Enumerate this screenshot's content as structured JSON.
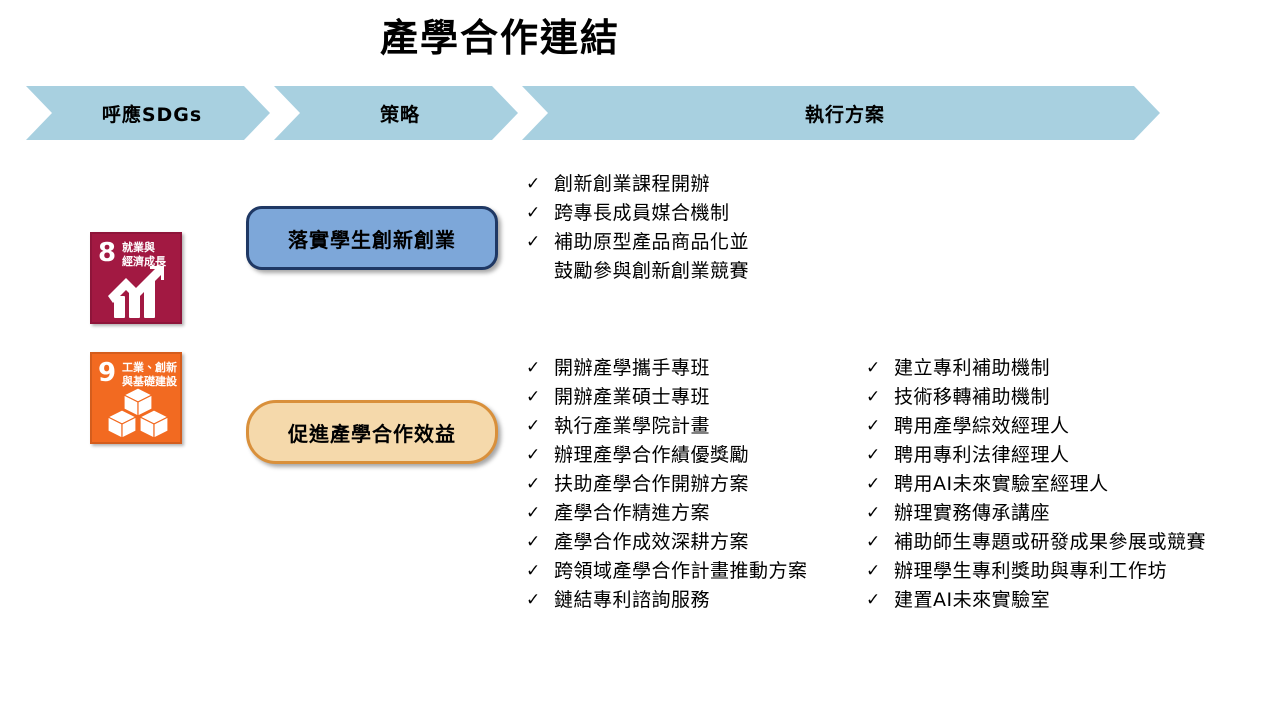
{
  "page": {
    "title": "產學合作連結"
  },
  "banner": {
    "segments": [
      {
        "label": "呼應SDGs",
        "name": "chevron-sdgs"
      },
      {
        "label": "策略",
        "name": "chevron-strategy"
      },
      {
        "label": "執行方案",
        "name": "chevron-action-plan"
      }
    ],
    "color": "#a8d0e0"
  },
  "rows": [
    {
      "sdg": {
        "number": "8",
        "line1": "就業與",
        "line2": "經濟成長",
        "color": "#a21942",
        "icon": "growth-chart-arrow-icon"
      },
      "strategy": {
        "label": "落實學生創新創業",
        "fill": "#7da7d9",
        "border": "#1f3864"
      },
      "plans_left": [
        {
          "text": "創新創業課程開辦"
        },
        {
          "text": "跨專長成員媒合機制"
        },
        {
          "text": "補助原型產品商品化並",
          "text2": "鼓勵參與創新創業競賽"
        }
      ],
      "plans_right": []
    },
    {
      "sdg": {
        "number": "9",
        "line1": "工業、創新",
        "line2": "與基礎建設",
        "color": "#f26a21",
        "icon": "cubes-infrastructure-icon"
      },
      "strategy": {
        "label": "促進產學合作效益",
        "fill": "#f5d9ab",
        "border": "#d9903b"
      },
      "plans_left": [
        {
          "text": "開辦產學攜手專班"
        },
        {
          "text": "開辦產業碩士專班"
        },
        {
          "text": "執行產業學院計畫"
        },
        {
          "text": "辦理產學合作績優獎勵"
        },
        {
          "text": "扶助產學合作開辦方案"
        },
        {
          "text": "產學合作精進方案"
        },
        {
          "text": "產學合作成效深耕方案"
        },
        {
          "text": "跨領域產學合作計畫推動方案"
        },
        {
          "text": "鏈結專利諮詢服務"
        }
      ],
      "plans_right": [
        {
          "text": "建立專利補助機制"
        },
        {
          "text": "技術移轉補助機制"
        },
        {
          "text": "聘用產學綜效經理人"
        },
        {
          "text": "聘用專利法律經理人"
        },
        {
          "text": "聘用AI未來實驗室經理人"
        },
        {
          "text": "辦理實務傳承講座"
        },
        {
          "text": "補助師生專題或研發成果參展或競賽"
        },
        {
          "text": "辦理學生專利獎助與專利工作坊"
        },
        {
          "text": "建置AI未來實驗室"
        }
      ]
    }
  ],
  "icons": {
    "check": "✓"
  }
}
